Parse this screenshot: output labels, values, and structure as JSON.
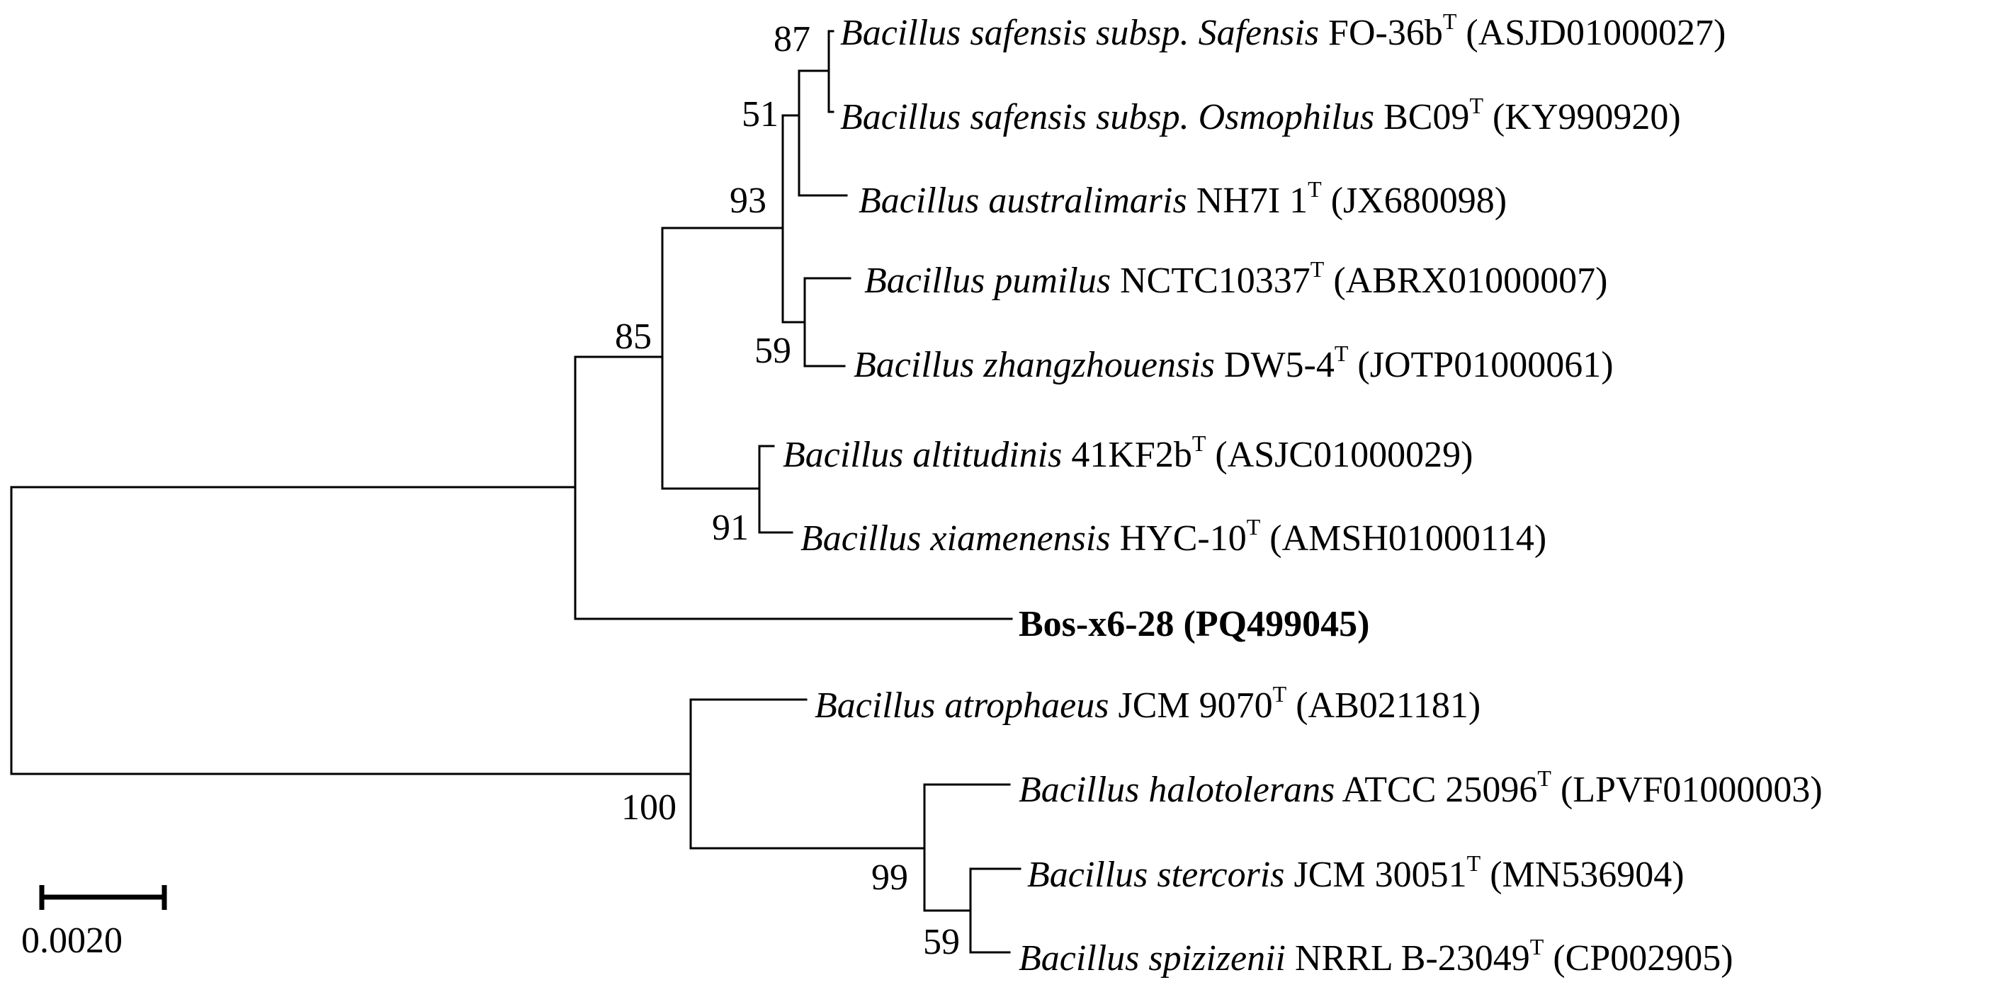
{
  "tree": {
    "taxa": [
      {
        "id": "safensis_safensis",
        "genus_species": "Bacillus safensis subsp. Safensis",
        "strain": "FO-36b",
        "type_mark": "T",
        "accession": "(ASJD01000027)",
        "bold": false
      },
      {
        "id": "safensis_osmophilus",
        "genus_species": "Bacillus safensis subsp. Osmophilus",
        "strain": "BC09",
        "type_mark": "T",
        "accession": "(KY990920)",
        "bold": false
      },
      {
        "id": "australimaris",
        "genus_species": "Bacillus australimaris",
        "strain": "NH7I 1",
        "type_mark": "T",
        "accession": "(JX680098)",
        "bold": false
      },
      {
        "id": "pumilus",
        "genus_species": "Bacillus pumilus",
        "strain": "NCTC10337",
        "type_mark": "T",
        "accession": "(ABRX01000007)",
        "bold": false
      },
      {
        "id": "zhangzhouensis",
        "genus_species": "Bacillus zhangzhouensis",
        "strain": "DW5-4",
        "type_mark": "T",
        "accession": "(JOTP01000061)",
        "bold": false
      },
      {
        "id": "altitudinis",
        "genus_species": "Bacillus altitudinis",
        "strain": "41KF2b",
        "type_mark": "T",
        "accession": "(ASJC01000029)",
        "bold": false
      },
      {
        "id": "xiamenensis",
        "genus_species": "Bacillus xiamenensis",
        "strain": "HYC-10",
        "type_mark": "T",
        "accession": "(AMSH01000114)",
        "bold": false
      },
      {
        "id": "query",
        "genus_species": "",
        "strain": "Bos-x6-28 (PQ499045)",
        "type_mark": "",
        "accession": "",
        "bold": true
      },
      {
        "id": "atrophaeus",
        "genus_species": "Bacillus atrophaeus",
        "strain": "JCM 9070",
        "type_mark": "T",
        "accession": "(AB021181)",
        "bold": false
      },
      {
        "id": "halotolerans",
        "genus_species": "Bacillus halotolerans",
        "strain": "ATCC 25096",
        "type_mark": "T",
        "accession": "(LPVF01000003)",
        "bold": false
      },
      {
        "id": "stercoris",
        "genus_species": "Bacillus stercoris",
        "strain": "JCM 30051",
        "type_mark": "T",
        "accession": "(MN536904)",
        "bold": false
      },
      {
        "id": "spizizenii",
        "genus_species": "Bacillus spizizenii",
        "strain": "NRRL B-23049",
        "type_mark": "T",
        "accession": "(CP002905)",
        "bold": false
      }
    ],
    "bootstrap": [
      {
        "node": "safensis_pair",
        "value": "87"
      },
      {
        "node": "safensis_australimaris",
        "value": "51"
      },
      {
        "node": "pumilus_group",
        "value": "93"
      },
      {
        "node": "pumilus_zhangzhouensis",
        "value": "59"
      },
      {
        "node": "pumilus_altitudinis_clade",
        "value": "85"
      },
      {
        "node": "altitudinis_xiamenensis",
        "value": "91"
      },
      {
        "node": "subtilis_group",
        "value": "100"
      },
      {
        "node": "halotolerans_group",
        "value": "99"
      },
      {
        "node": "stercoris_spizizenii",
        "value": "59"
      }
    ],
    "scale_bar": {
      "label": "0.0020"
    }
  }
}
